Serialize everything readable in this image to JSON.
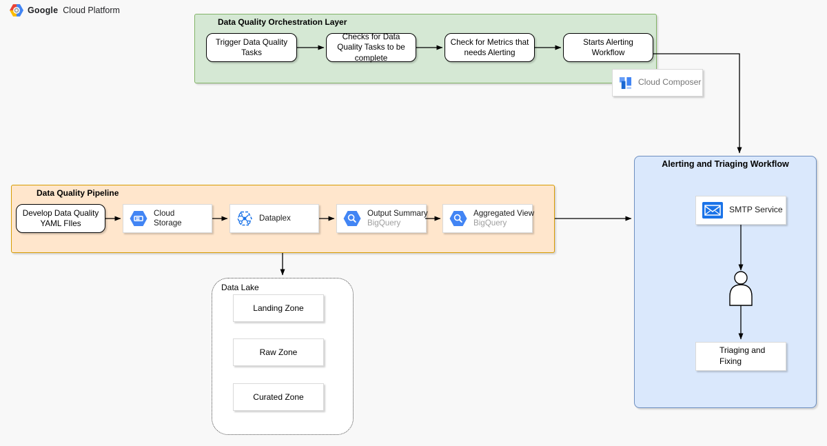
{
  "header": {
    "brand_bold": "Google",
    "brand_rest": "Cloud Platform"
  },
  "orchestration": {
    "title": "Data Quality Orchestration Layer",
    "steps": [
      "Trigger Data Quality Tasks",
      "Checks for Data Quality Tasks to be complete",
      "Check for Metrics that needs Alerting",
      "Starts Alerting Workflow"
    ]
  },
  "cloud_composer": {
    "label": "Cloud Composer"
  },
  "pipeline": {
    "title": "Data Quality Pipeline",
    "yaml_label": "Develop Data Quality YAML FIles",
    "storage": {
      "label": "Cloud Storage"
    },
    "dataplex": {
      "label": "Dataplex"
    },
    "output_summary": {
      "label": "Output Summary",
      "sublabel": "BigQuery"
    },
    "aggregated_view": {
      "label": "Aggregated View",
      "sublabel": "BigQuery"
    }
  },
  "data_lake": {
    "title": "Data Lake",
    "zones": [
      "Landing Zone",
      "Raw Zone",
      "Curated Zone"
    ]
  },
  "alerting": {
    "title": "Alerting and Triaging Workflow",
    "smtp_label": "SMTP Service",
    "triaging_label": "Triaging and Fixing"
  },
  "colors": {
    "orchestration_fill": "#d5e8d4",
    "orchestration_border": "#82b366",
    "pipeline_fill": "#ffe6cc",
    "pipeline_border": "#d79b00",
    "alerting_fill": "#dae8fc",
    "alerting_border": "#6c8ebf",
    "icon_blue": "#4285f4",
    "icon_blue_dark": "#1a73e8",
    "subtext_gray": "#9e9e9e"
  }
}
